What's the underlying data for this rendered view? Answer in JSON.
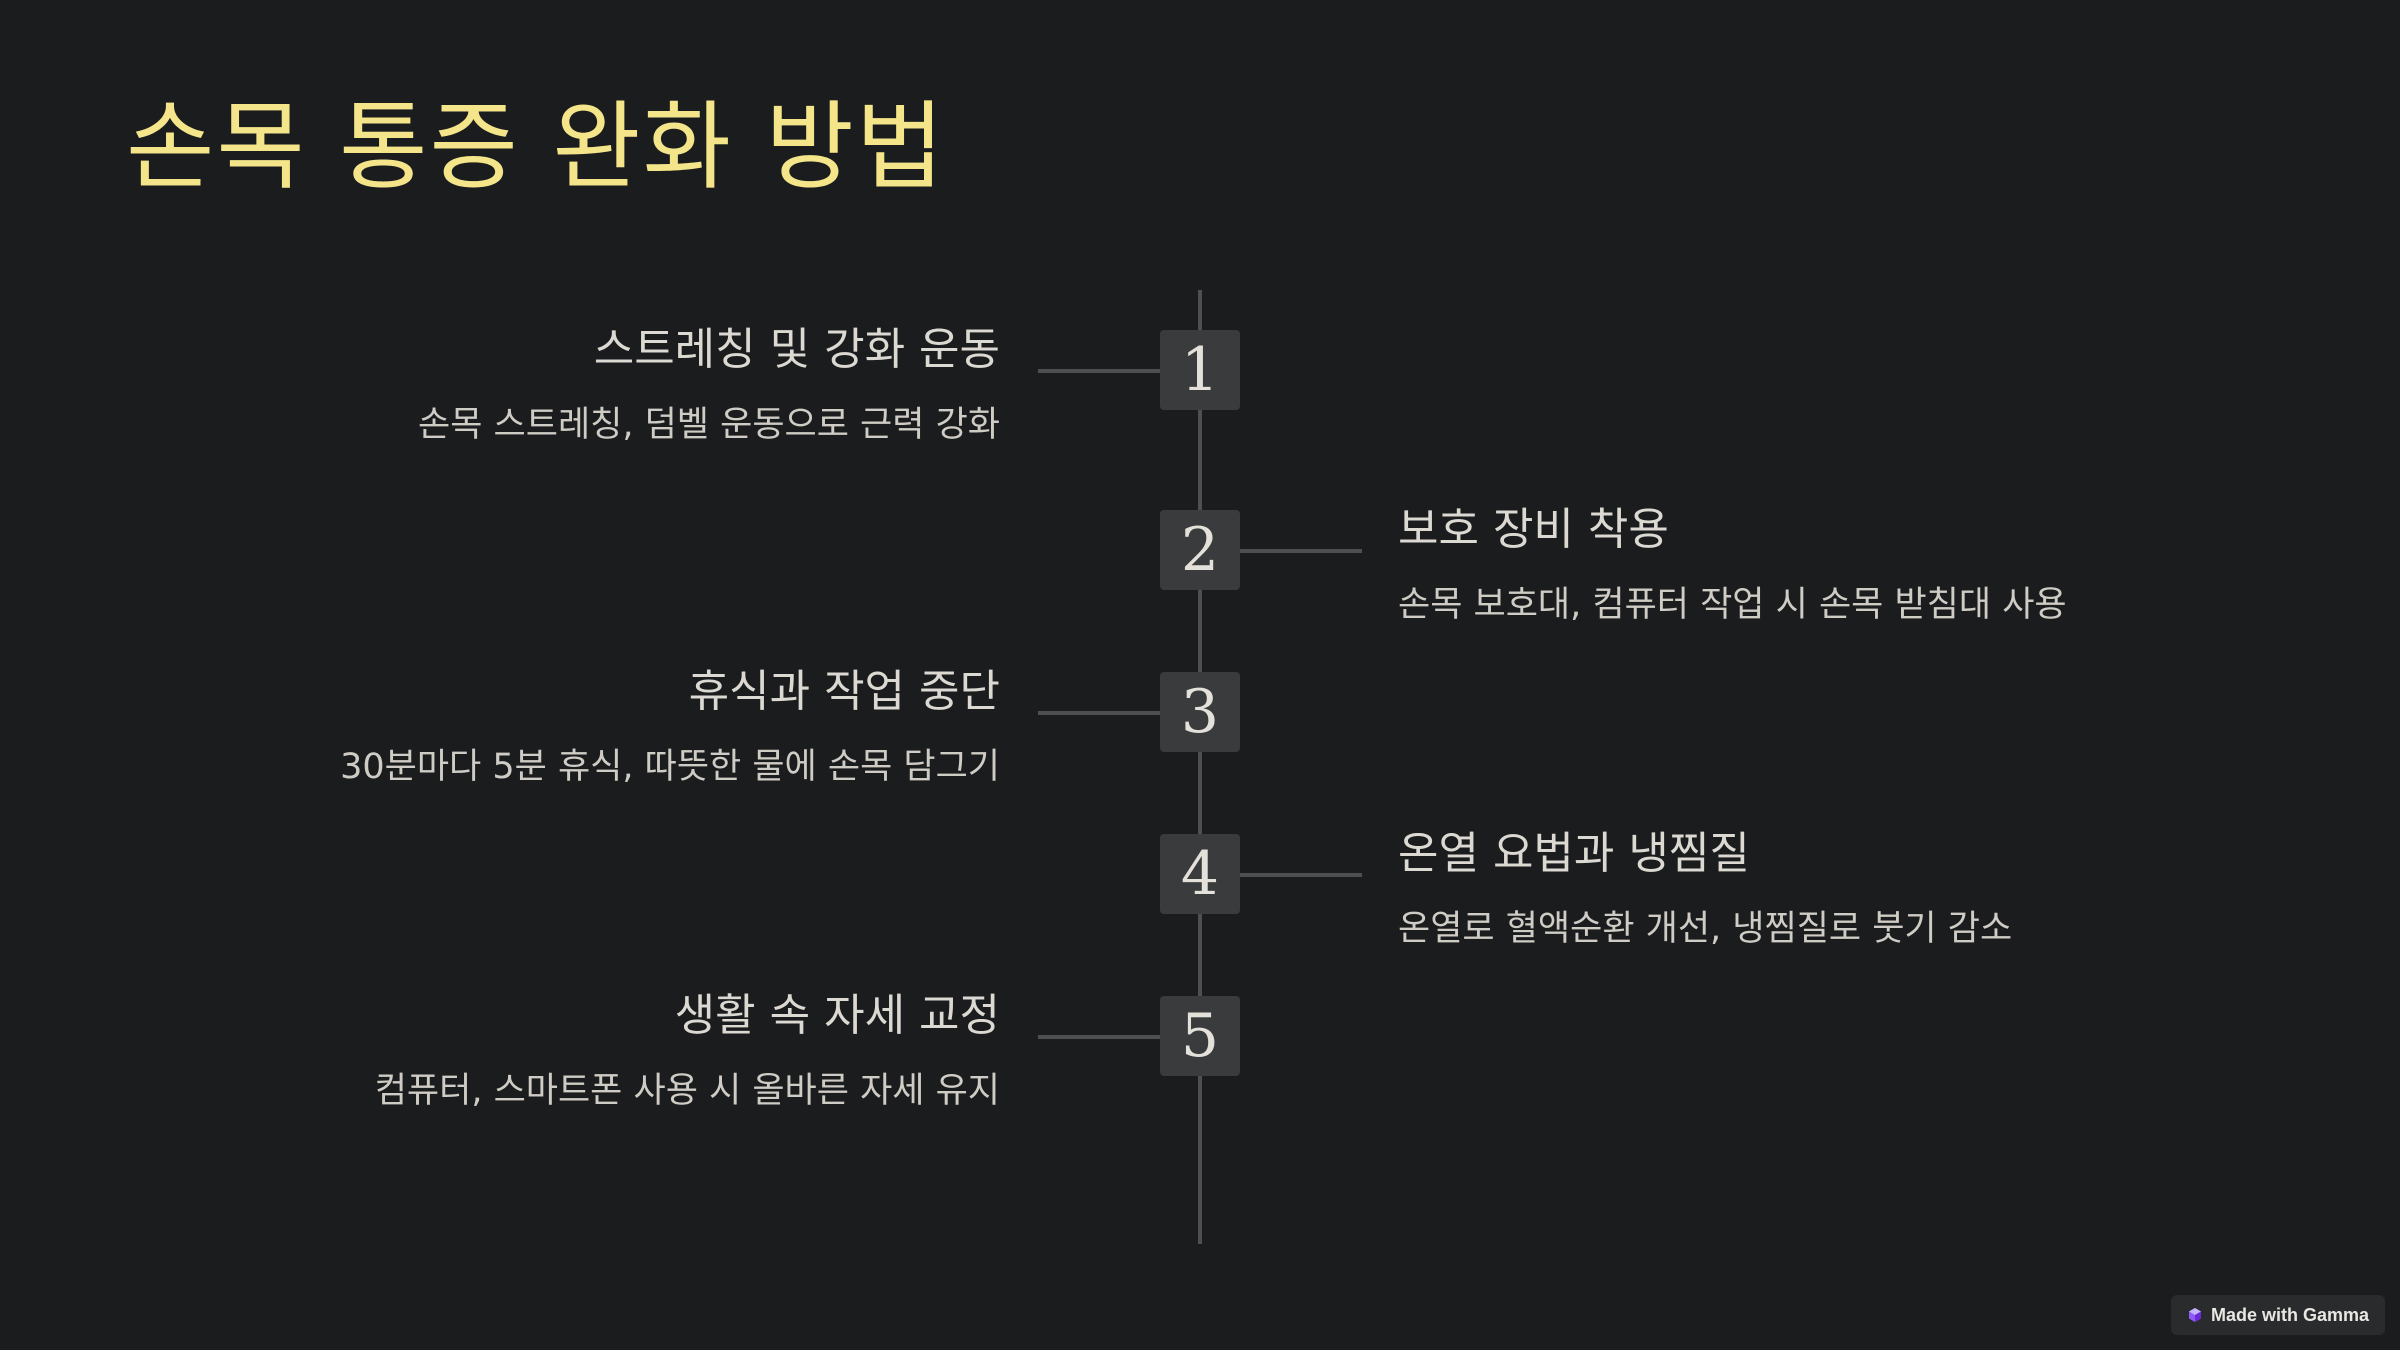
{
  "title": "손목 통증 완화 방법",
  "steps": [
    {
      "number": "1",
      "title": "스트레칭 및 강화 운동",
      "description": "손목 스트레칭, 덤벨 운동으로 근력 강화"
    },
    {
      "number": "2",
      "title": "보호 장비 착용",
      "description": "손목 보호대, 컴퓨터 작업 시 손목 받침대 사용"
    },
    {
      "number": "3",
      "title": "휴식과 작업 중단",
      "description": "30분마다 5분 휴식, 따뜻한 물에 손목 담그기"
    },
    {
      "number": "4",
      "title": "온열 요법과 냉찜질",
      "description": "온열로 혈액순환 개선, 냉찜질로 붓기 감소"
    },
    {
      "number": "5",
      "title": "생활 속 자세 교정",
      "description": "컴퓨터, 스마트폰 사용 시 올바른 자세 유지"
    }
  ],
  "badge": {
    "label": "Made with Gamma",
    "icon": "gamma-logo-icon"
  },
  "colors": {
    "background": "#1b1c1e",
    "title": "#f4e58a",
    "text": "#d6d3cc",
    "timeline": "#4e4f51",
    "step_box": "#3a3b3d"
  }
}
